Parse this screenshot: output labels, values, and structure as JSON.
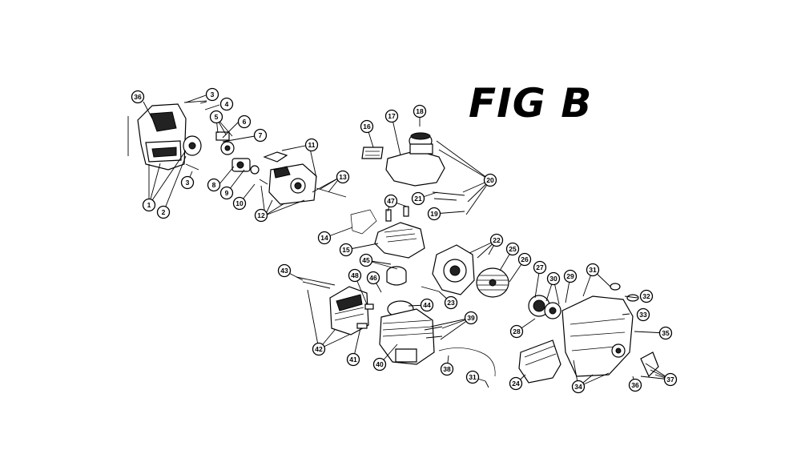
{
  "figure": {
    "title": "FIG B"
  },
  "callouts": [
    {
      "id": "c36a",
      "label": "36"
    },
    {
      "id": "c3a",
      "label": "3"
    },
    {
      "id": "c4",
      "label": "4"
    },
    {
      "id": "c5",
      "label": "5"
    },
    {
      "id": "c6",
      "label": "6"
    },
    {
      "id": "c7",
      "label": "7"
    },
    {
      "id": "c11",
      "label": "11"
    },
    {
      "id": "c8",
      "label": "8"
    },
    {
      "id": "c9",
      "label": "9"
    },
    {
      "id": "c10",
      "label": "10"
    },
    {
      "id": "c13",
      "label": "13"
    },
    {
      "id": "c12",
      "label": "12"
    },
    {
      "id": "c3b",
      "label": "3"
    },
    {
      "id": "c1",
      "label": "1"
    },
    {
      "id": "c2",
      "label": "2"
    },
    {
      "id": "c16",
      "label": "16"
    },
    {
      "id": "c17",
      "label": "17"
    },
    {
      "id": "c18",
      "label": "18"
    },
    {
      "id": "c20",
      "label": "20"
    },
    {
      "id": "c21",
      "label": "21"
    },
    {
      "id": "c19",
      "label": "19"
    },
    {
      "id": "c47",
      "label": "47"
    },
    {
      "id": "c14",
      "label": "14"
    },
    {
      "id": "c15",
      "label": "15"
    },
    {
      "id": "c22",
      "label": "22"
    },
    {
      "id": "c25",
      "label": "25"
    },
    {
      "id": "c26",
      "label": "26"
    },
    {
      "id": "c27",
      "label": "27"
    },
    {
      "id": "c45",
      "label": "45"
    },
    {
      "id": "c43",
      "label": "43"
    },
    {
      "id": "c46",
      "label": "46"
    },
    {
      "id": "c48",
      "label": "48"
    },
    {
      "id": "c44",
      "label": "44"
    },
    {
      "id": "c23",
      "label": "23"
    },
    {
      "id": "c30",
      "label": "30"
    },
    {
      "id": "c29",
      "label": "29"
    },
    {
      "id": "c31a",
      "label": "31"
    },
    {
      "id": "c32",
      "label": "32"
    },
    {
      "id": "c33",
      "label": "33"
    },
    {
      "id": "c28",
      "label": "28"
    },
    {
      "id": "c39",
      "label": "39"
    },
    {
      "id": "c35",
      "label": "35"
    },
    {
      "id": "c42",
      "label": "42"
    },
    {
      "id": "c41",
      "label": "41"
    },
    {
      "id": "c40",
      "label": "40"
    },
    {
      "id": "c38",
      "label": "38"
    },
    {
      "id": "c31b",
      "label": "31"
    },
    {
      "id": "c24",
      "label": "24"
    },
    {
      "id": "c34",
      "label": "34"
    },
    {
      "id": "c36b",
      "label": "36"
    },
    {
      "id": "c37",
      "label": "37"
    }
  ]
}
